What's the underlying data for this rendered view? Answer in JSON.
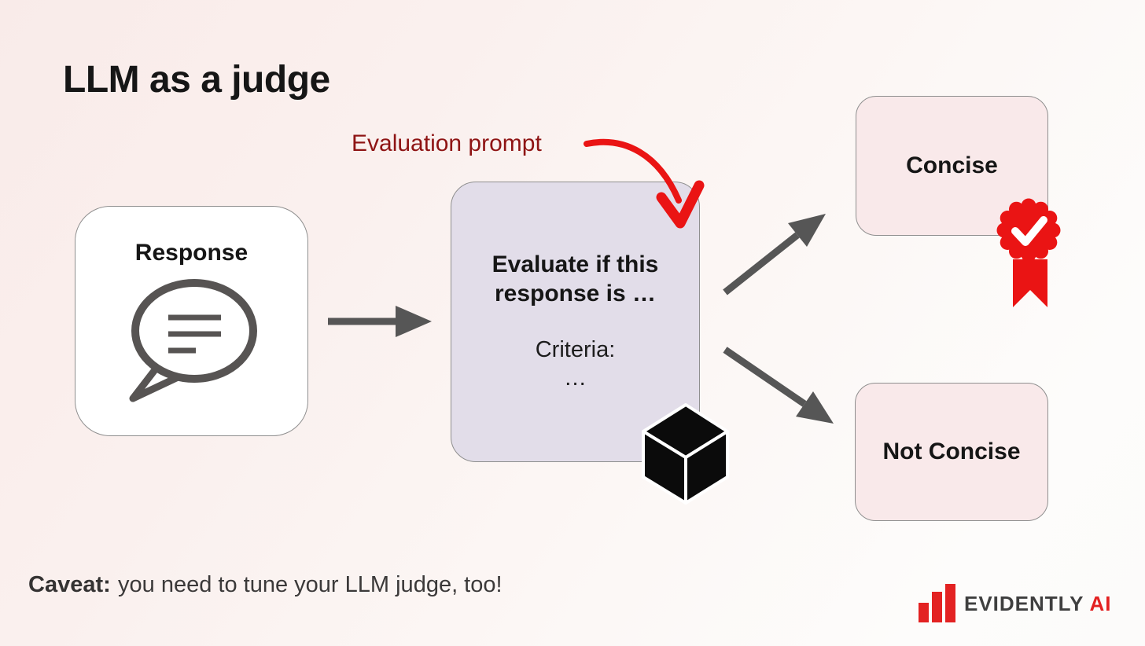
{
  "title": "LLM as a judge",
  "evaluation_prompt_label": "Evaluation prompt",
  "nodes": {
    "response": {
      "label": "Response"
    },
    "judge": {
      "prompt": "Evaluate if this response is …",
      "criteria_label": "Criteria:",
      "criteria_value": "…"
    },
    "concise": {
      "label": "Concise"
    },
    "not_concise": {
      "label": "Not Concise"
    }
  },
  "caveat": {
    "lead": "Caveat:",
    "rest": "you need to tune your LLM judge, too!"
  },
  "logo": {
    "brand": "EVIDENTLY",
    "suffix": "AI"
  },
  "icons": {
    "response": "speech-bubble-icon",
    "judge": "cube-icon",
    "concise": "award-ribbon-icon",
    "logo": "bar-chart-icon"
  },
  "colors": {
    "accent_red": "#ea1414",
    "label_maroon": "#8e1414",
    "judge_box_bg": "#e2dde9",
    "result_box_bg": "#f9e9ea",
    "response_box_bg": "#ffffff",
    "arrow_gray": "#565656",
    "text_dark": "#161616",
    "logo_text": "#3f3f3f",
    "logo_red": "#e32222"
  }
}
